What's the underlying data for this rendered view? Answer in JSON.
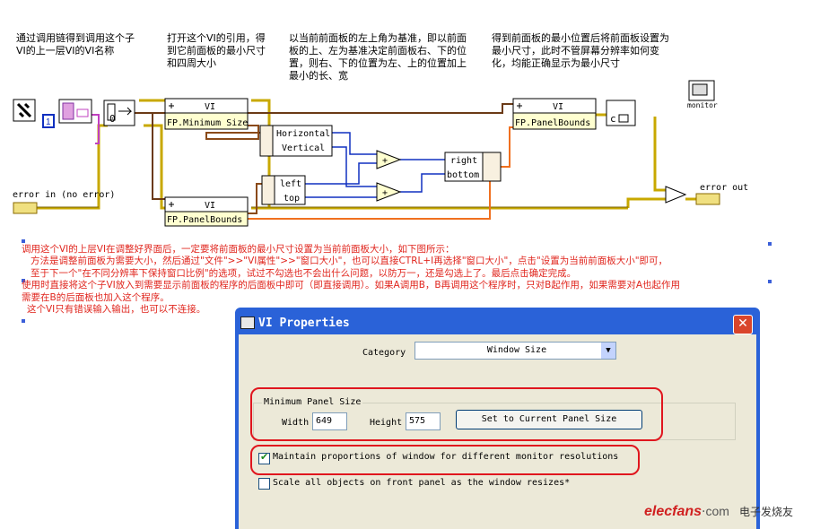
{
  "notes": [
    "通过调用链得到调用这个子VI的上一层VI的VI名称",
    "打开这个VI的引用，得到它前面板的最小尺寸和四周大小",
    "以当前前面板的左上角为基准，即以前面板的上、左为基准决定前面板右、下的位置，则右、下的位置为左、上的位置加上最小的长、宽",
    "得到前面板的最小位置后将前面板设置为最小尺寸，此时不管屏幕分辨率如何变化，均能正确显示为最小尺寸"
  ],
  "diagram": {
    "const_one": "1",
    "vi_label_1": "VI",
    "vi_label_2": "VI",
    "vi_label_3": "VI",
    "prop_min_size": "FP.Minimum Size",
    "prop_panel_bounds_1": "FP.PanelBounds",
    "prop_panel_bounds_2": "FP.PanelBounds",
    "unbundle_horizontal": "Horizontal",
    "unbundle_vertical": "Vertical",
    "unbundle_left": "left",
    "unbundle_top": "top",
    "bundle_right": "right",
    "bundle_bottom": "bottom",
    "error_in": "error in (no error)",
    "error_out": "error out",
    "monitor_label": "monitor",
    "add_symbol": "+"
  },
  "instructions": [
    "调用这个VI的上层VI在调整好界面后，一定要将前面板的最小尺寸设置为当前前面板大小，如下图所示：",
    "方法是调整前面板为需要大小，然后通过\"文件\">>\"VI属性\">>\"窗口大小\"，也可以直接CTRL+I再选择\"窗口大小\"，点击\"设置为当前前面板大小\"即可，",
    "至于下一个\"在不同分辨率下保持窗口比例\"的选项，试过不勾选也不会出什么问题，以防万一，还是勾选上了。最后点击确定完成。",
    "使用时直接将这个子VI放入到需要显示前面板的程序的后面板中即可（即直接调用）。如果A调用B，B再调用这个程序时，只对B起作用，如果需要对A也起作用",
    "需要在B的后面板也加入这个程序。",
    "这个VI只有错误输入输出，也可以不连接。"
  ],
  "dialog": {
    "title": "VI Properties",
    "close": "✕",
    "category_label": "Category",
    "category_value": "Window Size",
    "group_title": "Minimum Panel Size",
    "width_label": "Width",
    "width_value": "649",
    "height_label": "Height",
    "height_value": "575",
    "set_button": "Set to Current Panel Size",
    "maintain_label": "Maintain proportions of window for different monitor resolutions",
    "maintain_checked": true,
    "scale_label": "Scale all objects on front panel as the window resizes*",
    "scale_checked": false
  },
  "watermark": {
    "brand": "elecfans",
    "dot": "·",
    "tld": "com",
    "cn": "电子发烧友"
  },
  "colors": {
    "note_red": "#e0261e",
    "dialog_title": "#2a62d8",
    "highlight": "#e0161e",
    "wire_error": "#c8a800",
    "wire_ref": "#5a3a1a",
    "wire_blue": "#1030c0",
    "wire_orange": "#f07020"
  }
}
